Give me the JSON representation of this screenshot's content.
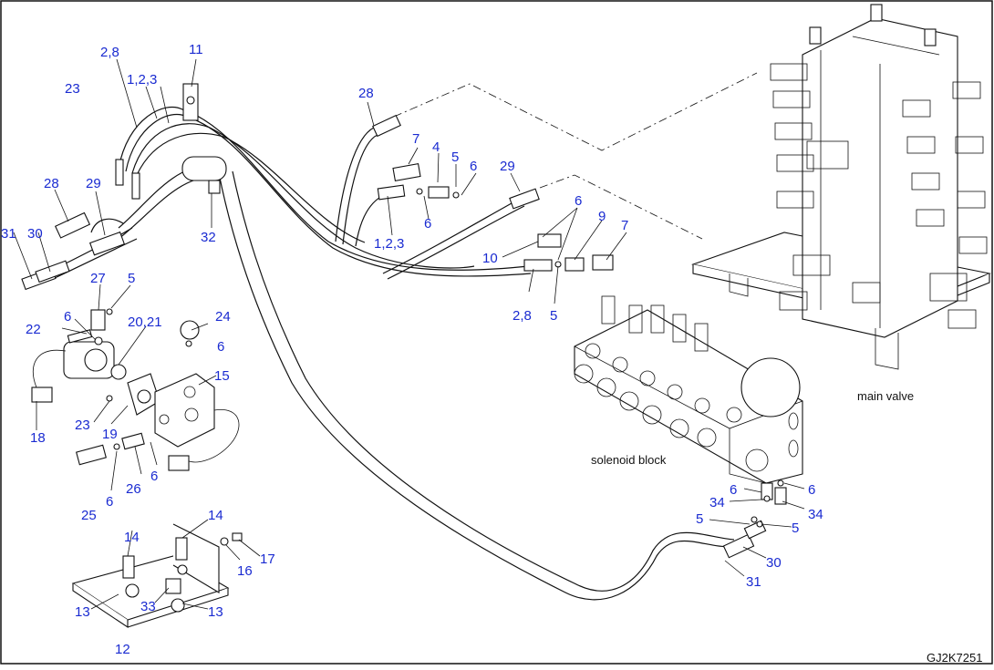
{
  "callouts": [
    "2,8",
    "11",
    "1,2,3",
    "23",
    "28",
    "7",
    "4",
    "5",
    "6",
    "29",
    "28",
    "29",
    "32",
    "6",
    "31",
    "30",
    "1,2,3",
    "6",
    "9",
    "7",
    "10",
    "2,8",
    "5",
    "27",
    "5",
    "24",
    "6",
    "6",
    "20,21",
    "22",
    "15",
    "23",
    "19",
    "18",
    "26",
    "6",
    "25",
    "6",
    "14",
    "17",
    "16",
    "14",
    "13",
    "33",
    "13",
    "12",
    "6",
    "6",
    "34",
    "34",
    "5",
    "5",
    "30",
    "31"
  ],
  "labels": {
    "main_valve": "main valve",
    "solenoid_block": "solenoid block"
  },
  "drawing_code": "GJ2K7251"
}
